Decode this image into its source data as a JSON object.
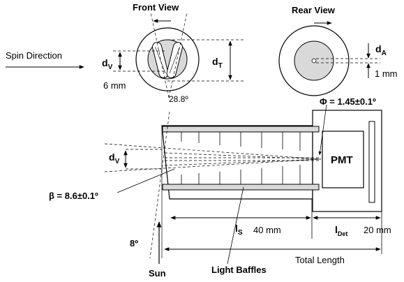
{
  "labels": {
    "front_view": "Front View",
    "rear_view": "Rear View",
    "spin_direction": "Spin Direction",
    "dv_front": "d",
    "dv_front_sub": "V",
    "six_mm": "6 mm",
    "dt": "d",
    "dt_sub": "T",
    "angle_front": "28.8º",
    "da": "d",
    "da_sub": "A",
    "one_mm": "1 mm",
    "phi": "Φ = 1.45±0.1º",
    "pmt": "PMT",
    "dv_side": "d",
    "dv_side_sub": "V",
    "beta": "β = 8.6±0.1º",
    "ls": "l",
    "ls_sub": "S",
    "ls_value": "40 mm",
    "ldet": "l",
    "ldet_sub": "Det",
    "ldet_value": "20 mm",
    "eight_deg": "8º",
    "total_length": "Total Length",
    "light_baffles": "Light Baffles",
    "sun": "Sun"
  },
  "colors": {
    "fill_gray": "#d9d9d9",
    "line": "#000000",
    "background": "#ffffff"
  }
}
